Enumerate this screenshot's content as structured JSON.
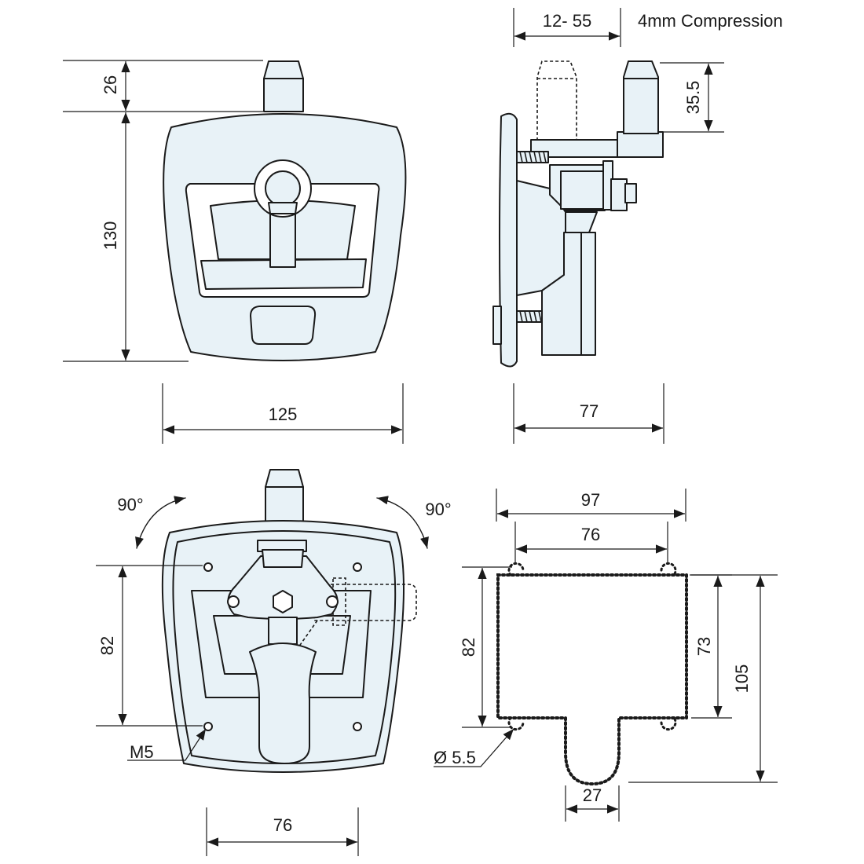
{
  "labels": {
    "dim_26": "26",
    "dim_130": "130",
    "dim_125": "125",
    "dim_12_55": "12- 55",
    "compression": "4mm Compression",
    "dim_35_5": "35.5",
    "dim_77": "77",
    "angle_left": "90°",
    "angle_right": "90°",
    "dim_82_back": "82",
    "thread": "M5",
    "dim_76_back": "76",
    "dim_97": "97",
    "dim_76_cut": "76",
    "dim_82_cut": "82",
    "dim_73": "73",
    "dim_105": "105",
    "hole_dia": "Ø 5.5",
    "dim_27": "27"
  },
  "colors": {
    "part_fill": "#e8f2f7",
    "line": "#1a1a1a"
  }
}
